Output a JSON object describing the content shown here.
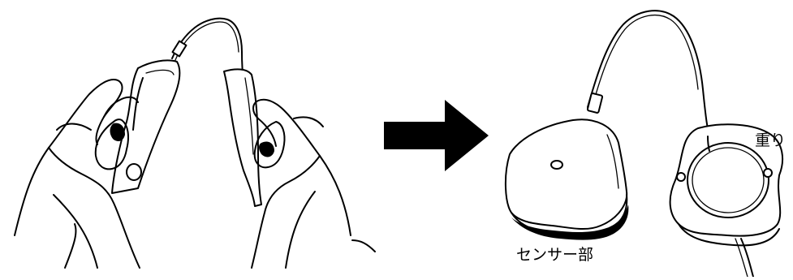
{
  "labels": {
    "sensor": "センサー部",
    "weight": "重り"
  },
  "icons": [
    "hands-peeling-sensor-illustration",
    "right-arrow-icon",
    "sensor-unit-illustration",
    "weight-unit-illustration"
  ],
  "colors": {
    "line": "#000000",
    "background": "#ffffff"
  }
}
